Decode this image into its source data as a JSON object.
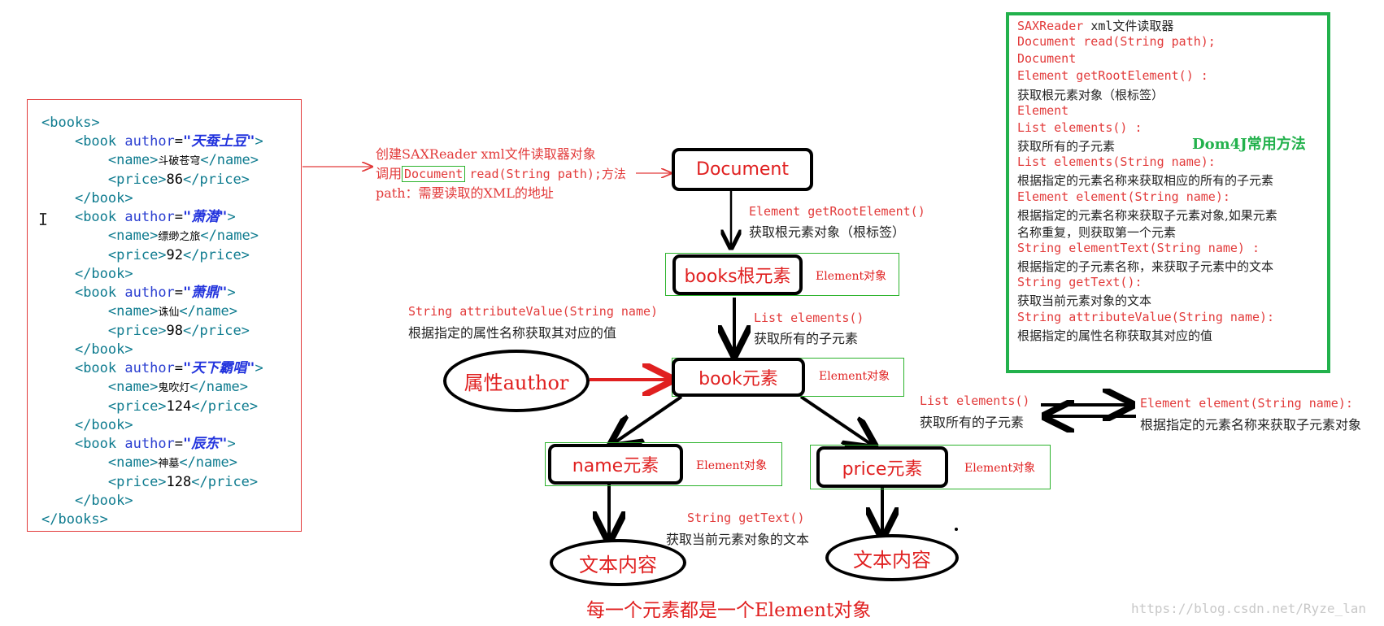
{
  "xml": {
    "books_open": "<books>",
    "books_close": "</books>",
    "book_open_prefix": "<book ",
    "book_close": "</book>",
    "author_attr": "author",
    "eq": "=",
    "gt": ">",
    "name_open": "<name>",
    "name_close": "</name>",
    "price_open": "<price>",
    "price_close": "</price>",
    "books": [
      {
        "author": "\"天蚕土豆\"",
        "name": "斗破苍穹",
        "price": "86"
      },
      {
        "author": "\"萧潜\"",
        "name": "缥缈之旅",
        "price": "92"
      },
      {
        "author": "\"萧鼎\"",
        "name": "诛仙",
        "price": "98"
      },
      {
        "author": "\"天下霸唱\"",
        "name": "鬼吹灯",
        "price": "124"
      },
      {
        "author": "\"辰东\"",
        "name": "神墓",
        "price": "128"
      }
    ]
  },
  "annotations": {
    "create_reader": "创建SAXReader xml文件读取器对象",
    "call_prefix": "调用",
    "call_document": "Document",
    "call_suffix": "read(String path);方法",
    "path_note": "path：需要读取的XML的地址",
    "root_method": "Element getRootElement()",
    "root_desc": "获取根元素对象（根标签）",
    "elements_method": "List elements()",
    "elements_desc": "获取所有的子元素",
    "attr_method": "String attributeValue(String name)",
    "attr_desc": "根据指定的属性名称获取其对应的值",
    "gettext_method": "String getText()",
    "gettext_desc": "获取当前元素对象的文本",
    "side_elements_method": "List elements()",
    "side_elements_desc": "获取所有的子元素",
    "side_element_method": "Element element(String name):",
    "side_element_desc": "根据指定的元素名称来获取子元素对象",
    "bottom_note": "每一个元素都是一个Element对象",
    "watermark": "https://blog.csdn.net/Ryze_lan"
  },
  "nodes": {
    "document": "Document",
    "books_root": "books根元素",
    "book": "book元素",
    "name": "name元素",
    "price": "price元素",
    "attr_author": "属性author",
    "text1": "文本内容",
    "text2": "文本内容",
    "element_obj": "Element对象"
  },
  "methods_panel": {
    "title": "Dom4J常用方法",
    "lines": [
      {
        "text": "SAXReader xml文件读取器",
        "color": "mixed"
      },
      {
        "text": "Document read(String path);",
        "color": "red"
      },
      {
        "text": "Document",
        "color": "red"
      },
      {
        "text": "Element getRootElement() :",
        "color": "red"
      },
      {
        "text": "获取根元素对象（根标签）",
        "color": "dark"
      },
      {
        "text": "Element",
        "color": "red"
      },
      {
        "text": "List elements() :",
        "color": "red"
      },
      {
        "text": "获取所有的子元素",
        "color": "dark"
      },
      {
        "text": "List elements(String name):",
        "color": "red"
      },
      {
        "text": "根据指定的元素名称来获取相应的所有的子元素",
        "color": "dark"
      },
      {
        "text": "Element element(String name):",
        "color": "red"
      },
      {
        "text": "根据指定的元素名称来获取子元素对象,如果元素",
        "color": "dark"
      },
      {
        "text": "名称重复，则获取第一个元素",
        "color": "dark"
      },
      {
        "text": "String elementText(String name) :",
        "color": "red"
      },
      {
        "text": "根据指定的子元素名称，来获取子元素中的文本",
        "color": "dark"
      },
      {
        "text": "String getText():",
        "color": "red"
      },
      {
        "text": "获取当前元素对象的文本",
        "color": "dark"
      },
      {
        "text": "String attributeValue(String name):",
        "color": "red"
      },
      {
        "text": "根据指定的属性名称获取其对应的值",
        "color": "dark"
      }
    ]
  },
  "colors": {
    "accent_red": "#e23a3a",
    "panel_green": "#22b14c",
    "xml_tag": "#0e7b8f",
    "xml_attr_value": "#2233dd"
  }
}
